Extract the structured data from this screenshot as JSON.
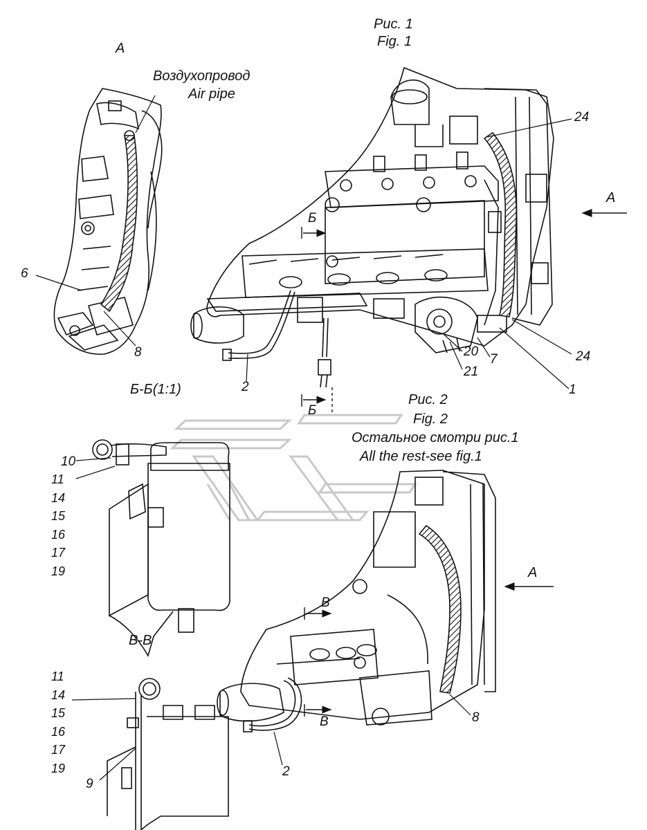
{
  "figure1": {
    "caption_ru": "Рис. 1",
    "caption_en": "Fig. 1",
    "view_a_title": "A",
    "air_pipe_ru": "Воздухопровод",
    "air_pipe_en": "Air pipe",
    "arrow_a": "A",
    "section_mark_b": "Б",
    "section_mark_b2": "Б",
    "callouts": [
      "6",
      "8",
      "24",
      "24",
      "7",
      "1",
      "20",
      "21",
      "2"
    ]
  },
  "section_bb": {
    "title": "Б-Б(1:1)",
    "callouts": [
      "10",
      "11",
      "14",
      "15",
      "16",
      "17",
      "19"
    ]
  },
  "figure2": {
    "caption_ru": "Рис. 2",
    "caption_en": "Fig. 2",
    "note_ru": "Остальное смотри рис.1",
    "note_en": "All the rest-see fig.1",
    "arrow_a": "A",
    "section_mark_v": "B",
    "section_mark_v2": "B",
    "callouts": [
      "8",
      "2"
    ]
  },
  "section_vv": {
    "title": "B-B",
    "callouts": [
      "11",
      "14",
      "15",
      "16",
      "17",
      "19",
      "9"
    ]
  },
  "colors": {
    "ink": "#111111",
    "watermark": "#c8c8c8",
    "paper": "#ffffff"
  }
}
